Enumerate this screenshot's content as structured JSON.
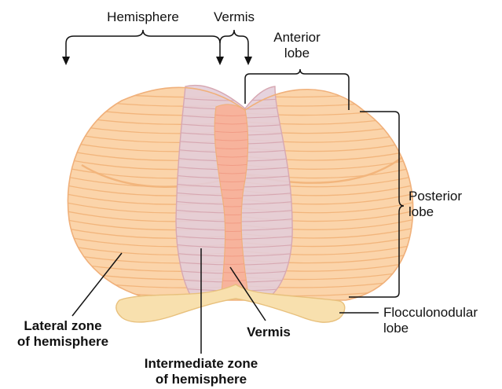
{
  "labels": {
    "hemisphere": "Hemisphere",
    "vermis_top": "Vermis",
    "anterior_lobe": [
      "Anterior",
      "lobe"
    ],
    "posterior_lobe": [
      "Posterior",
      "lobe"
    ],
    "flocculonodular_lobe": [
      "Flocculonodular",
      "lobe"
    ],
    "lateral_zone": [
      "Lateral zone",
      "of hemisphere"
    ],
    "vermis_bottom": "Vermis",
    "intermediate_zone": [
      "Intermediate zone",
      "of hemisphere"
    ]
  },
  "colors": {
    "hemisphere_fill": "#fbd4aa",
    "folia_line": "#f2b57c",
    "outline": "#f0b07a",
    "intermediate_fill": "#e3cdd9",
    "intermediate_edge": "#d7a8b2",
    "vermis_fill": "#f7b39c",
    "flocculonodular_fill": "#f8e0ae",
    "flocculonodular_edge": "#e8c07c",
    "leader_line": "#111111"
  }
}
